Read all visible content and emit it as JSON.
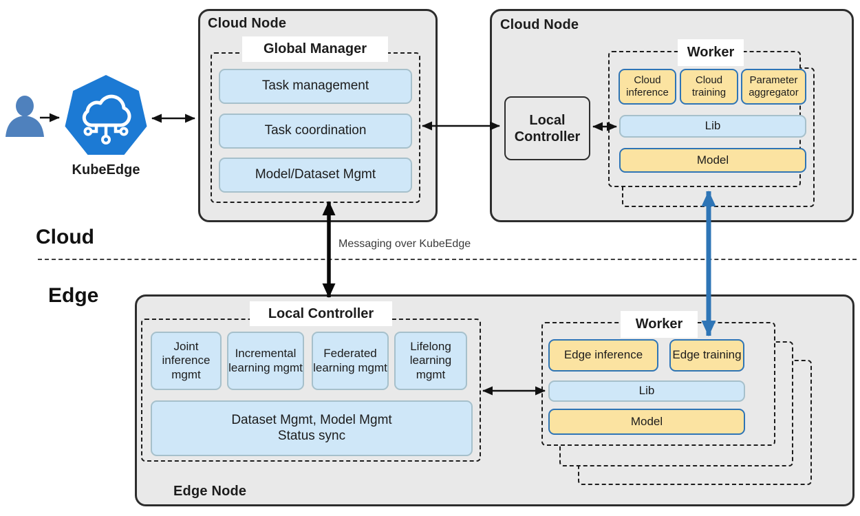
{
  "labels": {
    "cloud_zone": "Cloud",
    "edge_zone": "Edge",
    "messaging": "Messaging over KubeEdge",
    "kubeedge_caption": "KubeEdge"
  },
  "cloud_node_left": {
    "title": "Cloud Node",
    "manager_title": "Global Manager",
    "modules": [
      "Task management",
      "Task coordination",
      "Model/Dataset Mgmt"
    ]
  },
  "cloud_node_right": {
    "title": "Cloud Node",
    "local_controller": "Local Controller",
    "worker": {
      "title": "Worker",
      "tasks": [
        "Cloud inference",
        "Cloud training",
        "Parameter aggregator"
      ],
      "lib": "Lib",
      "model": "Model"
    }
  },
  "edge_node": {
    "title": "Edge Node",
    "local_controller": {
      "title": "Local Controller",
      "modules": [
        "Joint inference mgmt",
        "Incremental learning mgmt",
        "Federated learning mgmt",
        "Lifelong learning mgmt"
      ],
      "dataset_line1": "Dataset Mgmt, Model Mgmt",
      "dataset_line2": "Status sync"
    },
    "worker": {
      "title": "Worker",
      "tasks": [
        "Edge inference",
        "Edge training"
      ],
      "lib": "Lib",
      "model": "Model"
    }
  },
  "colors": {
    "node_fill": "#e9e9e9",
    "module_blue_fill": "#cfe7f8",
    "module_blue_border": "#a6c0cb",
    "worker_yellow_fill": "#fbe3a1",
    "worker_yellow_border": "#2e74b5",
    "sync_arrow_blue": "#2e75b6",
    "kubeedge_blue": "#1c7ad4",
    "user_blue": "#4f81bd"
  }
}
